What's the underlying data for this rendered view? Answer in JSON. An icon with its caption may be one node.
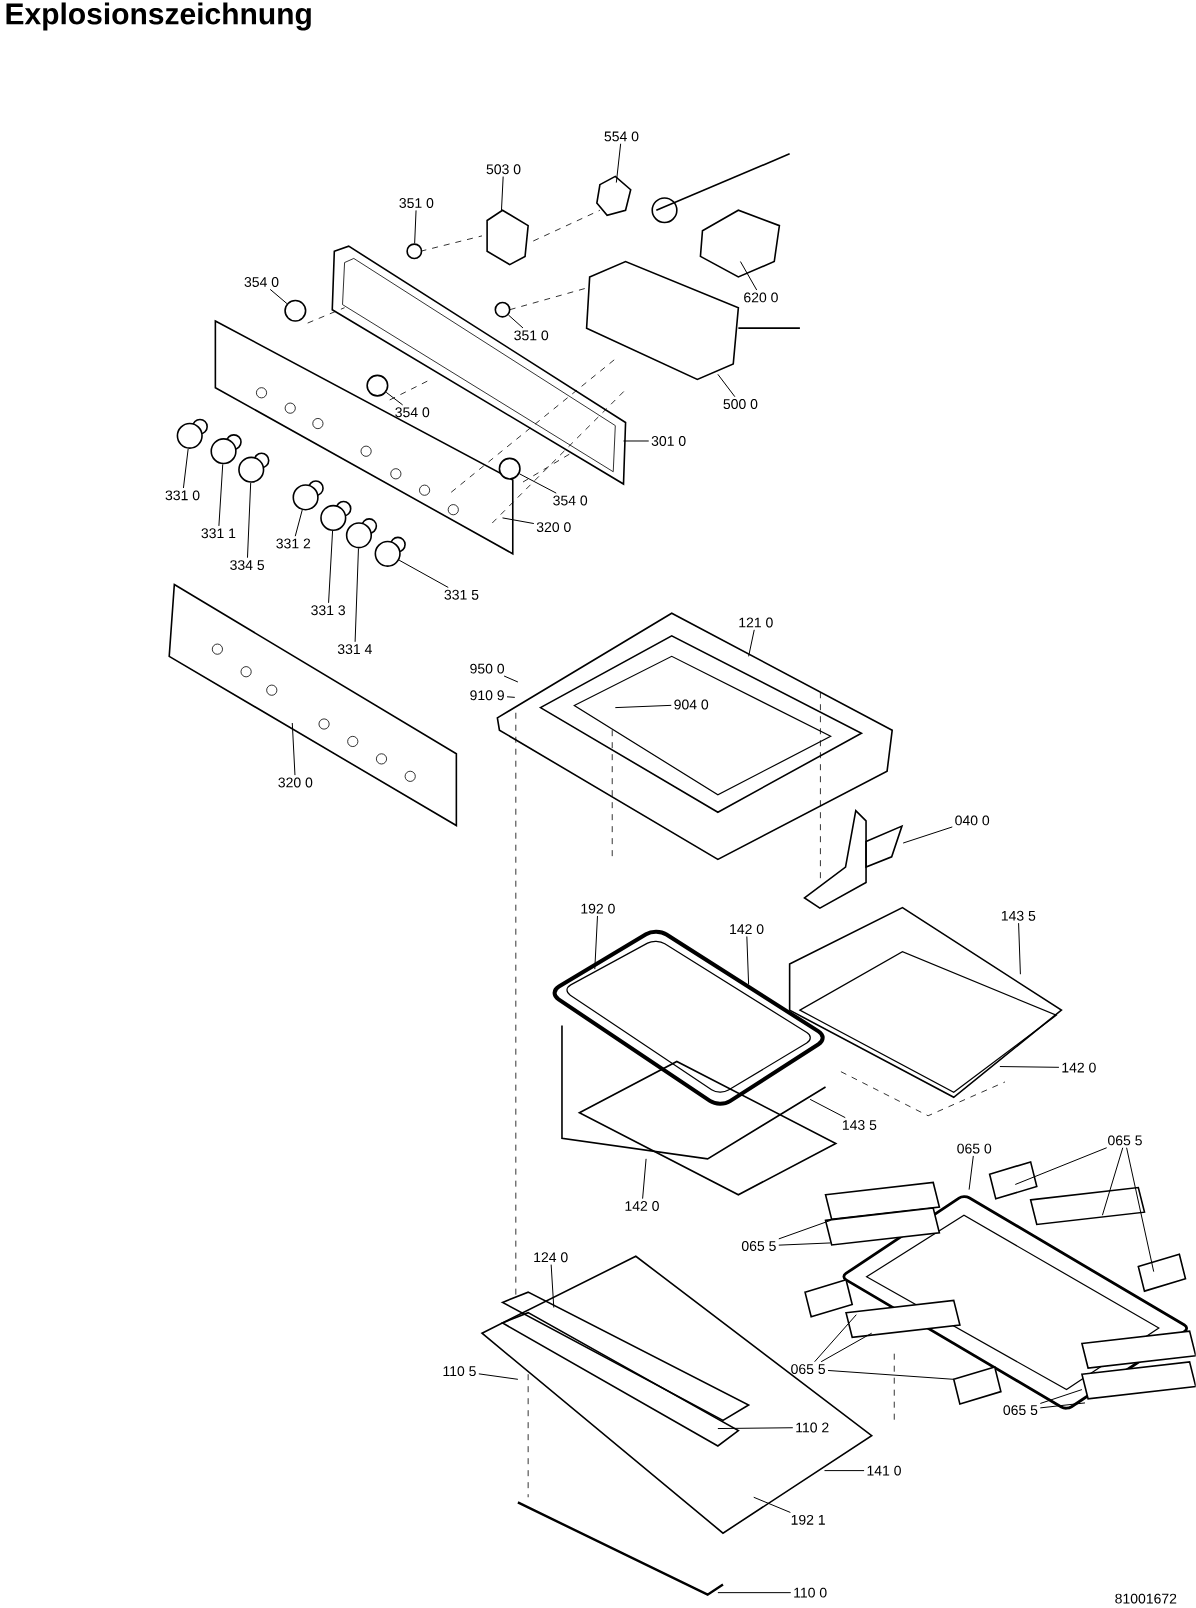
{
  "diagram": {
    "title": "Explosionszeichnung",
    "nodes": [
      {
        "text": [
          "554 0"
        ]
      },
      {
        "text": [
          "503 0"
        ]
      },
      {
        "text": [
          "351 0"
        ]
      },
      {
        "text": [
          "354 0"
        ]
      },
      {
        "text": [
          "620 0"
        ]
      },
      {
        "text": [
          "351 0"
        ]
      },
      {
        "text": [
          "354 0"
        ]
      },
      {
        "text": [
          "500 0"
        ]
      },
      {
        "text": [
          "301 0"
        ]
      },
      {
        "text": [
          "331 0"
        ]
      },
      {
        "text": [
          "354 0"
        ]
      },
      {
        "text": [
          "320 0"
        ]
      },
      {
        "text": [
          "331 1"
        ]
      },
      {
        "text": [
          "331 2"
        ]
      },
      {
        "text": [
          "334 5"
        ]
      },
      {
        "text": [
          "331 5"
        ]
      },
      {
        "text": [
          "331 3"
        ]
      },
      {
        "text": [
          "331 4"
        ]
      },
      {
        "text": [
          "121 0"
        ]
      },
      {
        "text": [
          "950 0"
        ]
      },
      {
        "text": [
          "910 9"
        ]
      },
      {
        "text": [
          "904 0"
        ]
      },
      {
        "text": [
          "320 0"
        ]
      },
      {
        "text": [
          "040 0"
        ]
      },
      {
        "text": [
          "192 0"
        ]
      },
      {
        "text": [
          "142 0"
        ]
      },
      {
        "text": [
          "143 5"
        ]
      },
      {
        "text": [
          "142 0"
        ]
      },
      {
        "text": [
          "143 5"
        ]
      },
      {
        "text": [
          "065 0"
        ]
      },
      {
        "text": [
          "065 5"
        ]
      },
      {
        "text": [
          "142 0"
        ]
      },
      {
        "text": [
          "065 5"
        ]
      },
      {
        "text": [
          "124 0"
        ]
      },
      {
        "text": [
          "110 5"
        ]
      },
      {
        "text": [
          "065 5"
        ]
      },
      {
        "text": [
          "065 5"
        ]
      },
      {
        "text": [
          "110 2"
        ]
      },
      {
        "text": [
          "141 0"
        ]
      },
      {
        "text": [
          "192 1"
        ]
      },
      {
        "text": [
          "110 0"
        ]
      },
      {
        "text": [],
        "shape": "circle"
      },
      {
        "text": [],
        "shape": "circle"
      },
      {
        "text": [],
        "shape": "circle"
      },
      {
        "text": [],
        "shape": "circle"
      },
      {
        "text": [],
        "shape": "circle"
      },
      {
        "text": [],
        "shape": "circle"
      },
      {
        "text": [],
        "shape": "circle"
      },
      {
        "text": [],
        "shape": "circle"
      },
      {
        "text": [],
        "shape": "circle"
      },
      {
        "text": [],
        "shape": "circle"
      },
      {
        "text": [],
        "shape": "circle"
      },
      {
        "text": [],
        "shape": "circle"
      },
      {
        "text": [],
        "shape": "picture"
      }
    ],
    "edges": [
      {
        "from": 0,
        "to": null,
        "arrow": "none"
      },
      {
        "from": 1,
        "to": null,
        "arrow": "none"
      },
      {
        "from": 2,
        "to": 51,
        "arrow": "none"
      },
      {
        "from": 3,
        "to": 48,
        "arrow": "none"
      },
      {
        "from": 4,
        "to": null,
        "arrow": "none"
      },
      {
        "from": 5,
        "to": 52,
        "arrow": "none"
      },
      {
        "from": 6,
        "to": 49,
        "arrow": "none"
      },
      {
        "from": 7,
        "to": null,
        "arrow": "none"
      },
      {
        "from": 8,
        "to": null,
        "arrow": "none"
      },
      {
        "from": 9,
        "to": 41,
        "arrow": "none"
      },
      {
        "from": 10,
        "to": 50,
        "arrow": "none"
      },
      {
        "from": 11,
        "to": null,
        "arrow": "none"
      },
      {
        "from": 12,
        "to": 42,
        "arrow": "none"
      },
      {
        "from": 13,
        "to": 44,
        "arrow": "none"
      },
      {
        "from": 14,
        "to": 43,
        "arrow": "none"
      },
      {
        "from": 15,
        "to": 47,
        "arrow": "none"
      },
      {
        "from": 16,
        "to": 45,
        "arrow": "none"
      },
      {
        "from": 17,
        "to": 46,
        "arrow": "none"
      },
      {
        "from": 18,
        "to": null,
        "arrow": "none"
      },
      {
        "from": 19,
        "to": null,
        "arrow": "none"
      },
      {
        "from": 20,
        "to": null,
        "arrow": "none"
      },
      {
        "from": 21,
        "to": null,
        "arrow": "none"
      },
      {
        "from": 22,
        "to": null,
        "arrow": "none"
      },
      {
        "from": 23,
        "to": 53,
        "arrow": "none"
      },
      {
        "from": 24,
        "to": null,
        "arrow": "none"
      },
      {
        "from": 25,
        "to": null,
        "arrow": "none"
      },
      {
        "from": 26,
        "to": null,
        "arrow": "none"
      },
      {
        "from": 27,
        "to": null,
        "arrow": "none"
      },
      {
        "from": 28,
        "to": null,
        "arrow": "none"
      },
      {
        "from": 29,
        "to": null,
        "arrow": "none"
      },
      {
        "from": 30,
        "to": null,
        "arrow": "none"
      },
      {
        "from": 30,
        "to": null,
        "arrow": "none"
      },
      {
        "from": 30,
        "to": null,
        "arrow": "none"
      },
      {
        "from": 31,
        "to": null,
        "arrow": "none"
      },
      {
        "from": 32,
        "to": null,
        "arrow": "none"
      },
      {
        "from": 32,
        "to": null,
        "arrow": "none"
      },
      {
        "from": 33,
        "to": null,
        "arrow": "none"
      },
      {
        "from": 34,
        "to": null,
        "arrow": "none"
      },
      {
        "from": 35,
        "to": null,
        "arrow": "none"
      },
      {
        "from": 35,
        "to": null,
        "arrow": "none"
      },
      {
        "from": 35,
        "to": null,
        "arrow": "none"
      },
      {
        "from": 36,
        "to": null,
        "arrow": "none"
      },
      {
        "from": 36,
        "to": null,
        "arrow": "none"
      },
      {
        "from": 37,
        "to": null,
        "arrow": "none"
      },
      {
        "from": 38,
        "to": null,
        "arrow": "none"
      },
      {
        "from": 39,
        "to": null,
        "arrow": "none"
      },
      {
        "from": 40,
        "to": null,
        "arrow": "none"
      }
    ],
    "labels": [
      "81001672"
    ]
  }
}
